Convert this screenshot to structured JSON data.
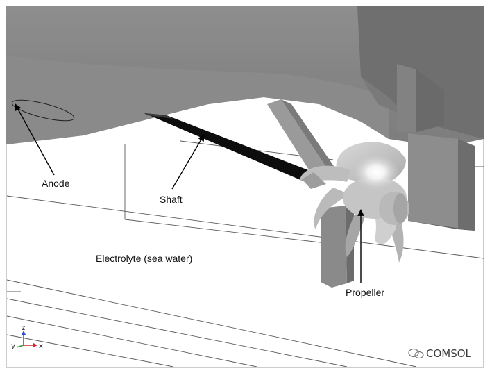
{
  "labels": {
    "anode": "Anode",
    "shaft": "Shaft",
    "propeller": "Propeller",
    "electrolyte": "Electrolyte (sea water)"
  },
  "axes": {
    "z": "z",
    "y": "y",
    "x": "x"
  },
  "watermark": {
    "text": "COMSOL"
  },
  "colors": {
    "hull": "#8b8b8b",
    "hull_dark": "#767676",
    "hull_light": "#a0a0a0",
    "shaft": "#0c0c0c",
    "propeller": "#c9c9c9",
    "grid_line": "#555555",
    "axis_x": "#d12a2a",
    "axis_y": "#2a9a3a",
    "axis_z": "#2a4fd1"
  }
}
